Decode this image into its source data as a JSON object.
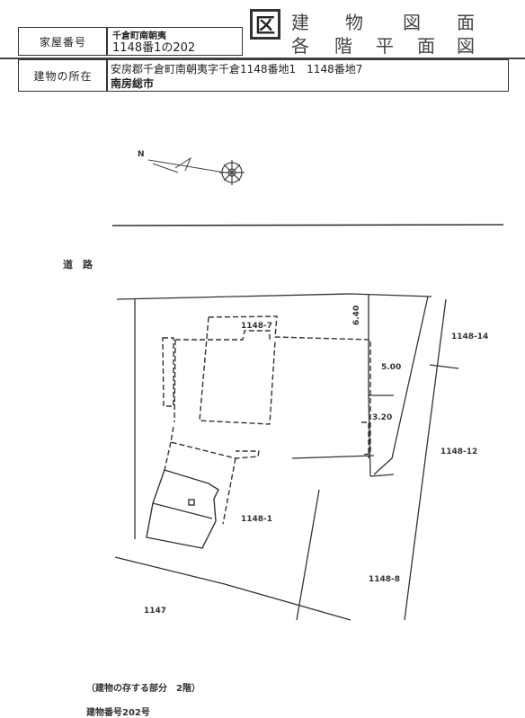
{
  "header": {
    "house_number_label": "家屋番号",
    "house_number_line1": "千倉町南朝夷",
    "house_number_line2": "1148番1の202",
    "location_label": "建物の所在",
    "location_line1": "安房郡千倉町南朝夷字千倉1148番地1　1148番地7",
    "location_line2": "南房総市",
    "logo_glyph": "区",
    "title_top": [
      "建",
      "物",
      "図",
      "面"
    ],
    "title_bottom": [
      "各",
      "階",
      "平",
      "面",
      "図"
    ]
  },
  "map": {
    "north": "N",
    "road_label": "道　路",
    "lot_labels": {
      "lot_1148_7": "1148-7",
      "lot_1148_14": "1148-14",
      "lot_1148_12": "1148-12",
      "lot_1148_1": "1148-1",
      "lot_1148_8": "1148-8",
      "lot_1147": "1147"
    },
    "dimensions": {
      "d1": "6.40",
      "d2": "5.00",
      "d3": "3.20"
    }
  },
  "footer": {
    "floor_note": "（建物の存する部分　2階）",
    "building_number": "建物番号202号"
  }
}
